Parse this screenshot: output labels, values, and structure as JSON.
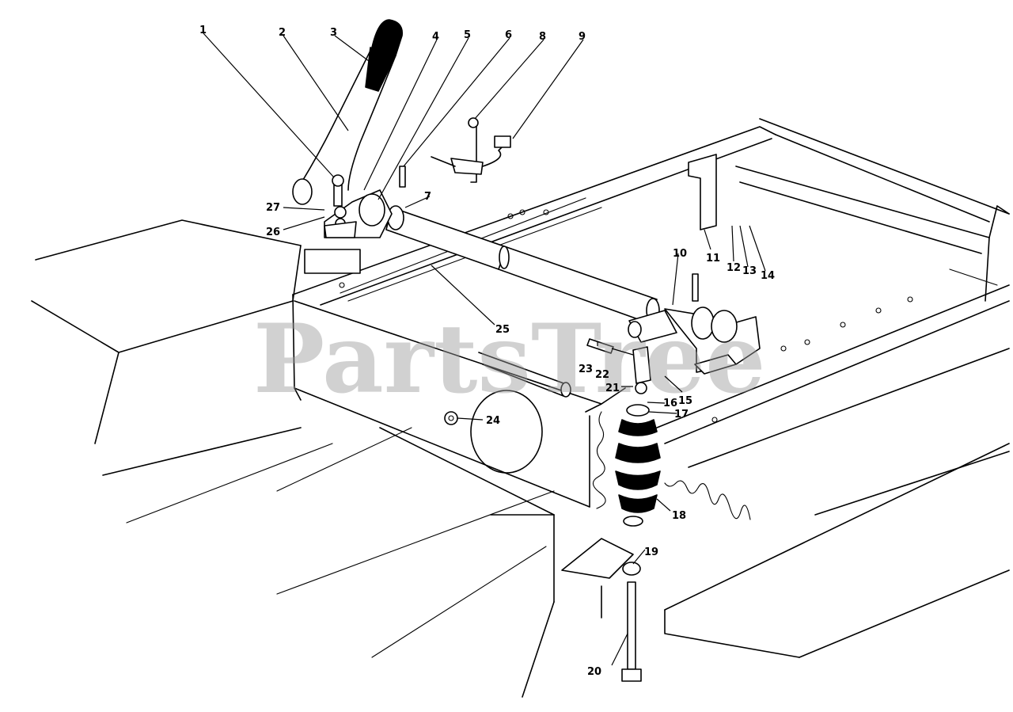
{
  "watermark": "PartsTree",
  "callouts": [
    {
      "id": "c1",
      "label": "1"
    },
    {
      "id": "c2",
      "label": "2"
    },
    {
      "id": "c3",
      "label": "3"
    },
    {
      "id": "c4",
      "label": "4"
    },
    {
      "id": "c5",
      "label": "5"
    },
    {
      "id": "c6",
      "label": "6"
    },
    {
      "id": "c7",
      "label": "7"
    },
    {
      "id": "c8",
      "label": "8"
    },
    {
      "id": "c9",
      "label": "9"
    },
    {
      "id": "c10",
      "label": "10"
    },
    {
      "id": "c11",
      "label": "11"
    },
    {
      "id": "c12",
      "label": "12"
    },
    {
      "id": "c13",
      "label": "13"
    },
    {
      "id": "c14",
      "label": "14"
    },
    {
      "id": "c15",
      "label": "15"
    },
    {
      "id": "c16",
      "label": "16"
    },
    {
      "id": "c17",
      "label": "17"
    },
    {
      "id": "c18",
      "label": "18"
    },
    {
      "id": "c19",
      "label": "19"
    },
    {
      "id": "c20",
      "label": "20"
    },
    {
      "id": "c21",
      "label": "21"
    },
    {
      "id": "c22",
      "label": "22"
    },
    {
      "id": "c23",
      "label": "23"
    },
    {
      "id": "c24",
      "label": "24"
    },
    {
      "id": "c25",
      "label": "25"
    },
    {
      "id": "c26",
      "label": "26"
    },
    {
      "id": "c27",
      "label": "27"
    }
  ]
}
